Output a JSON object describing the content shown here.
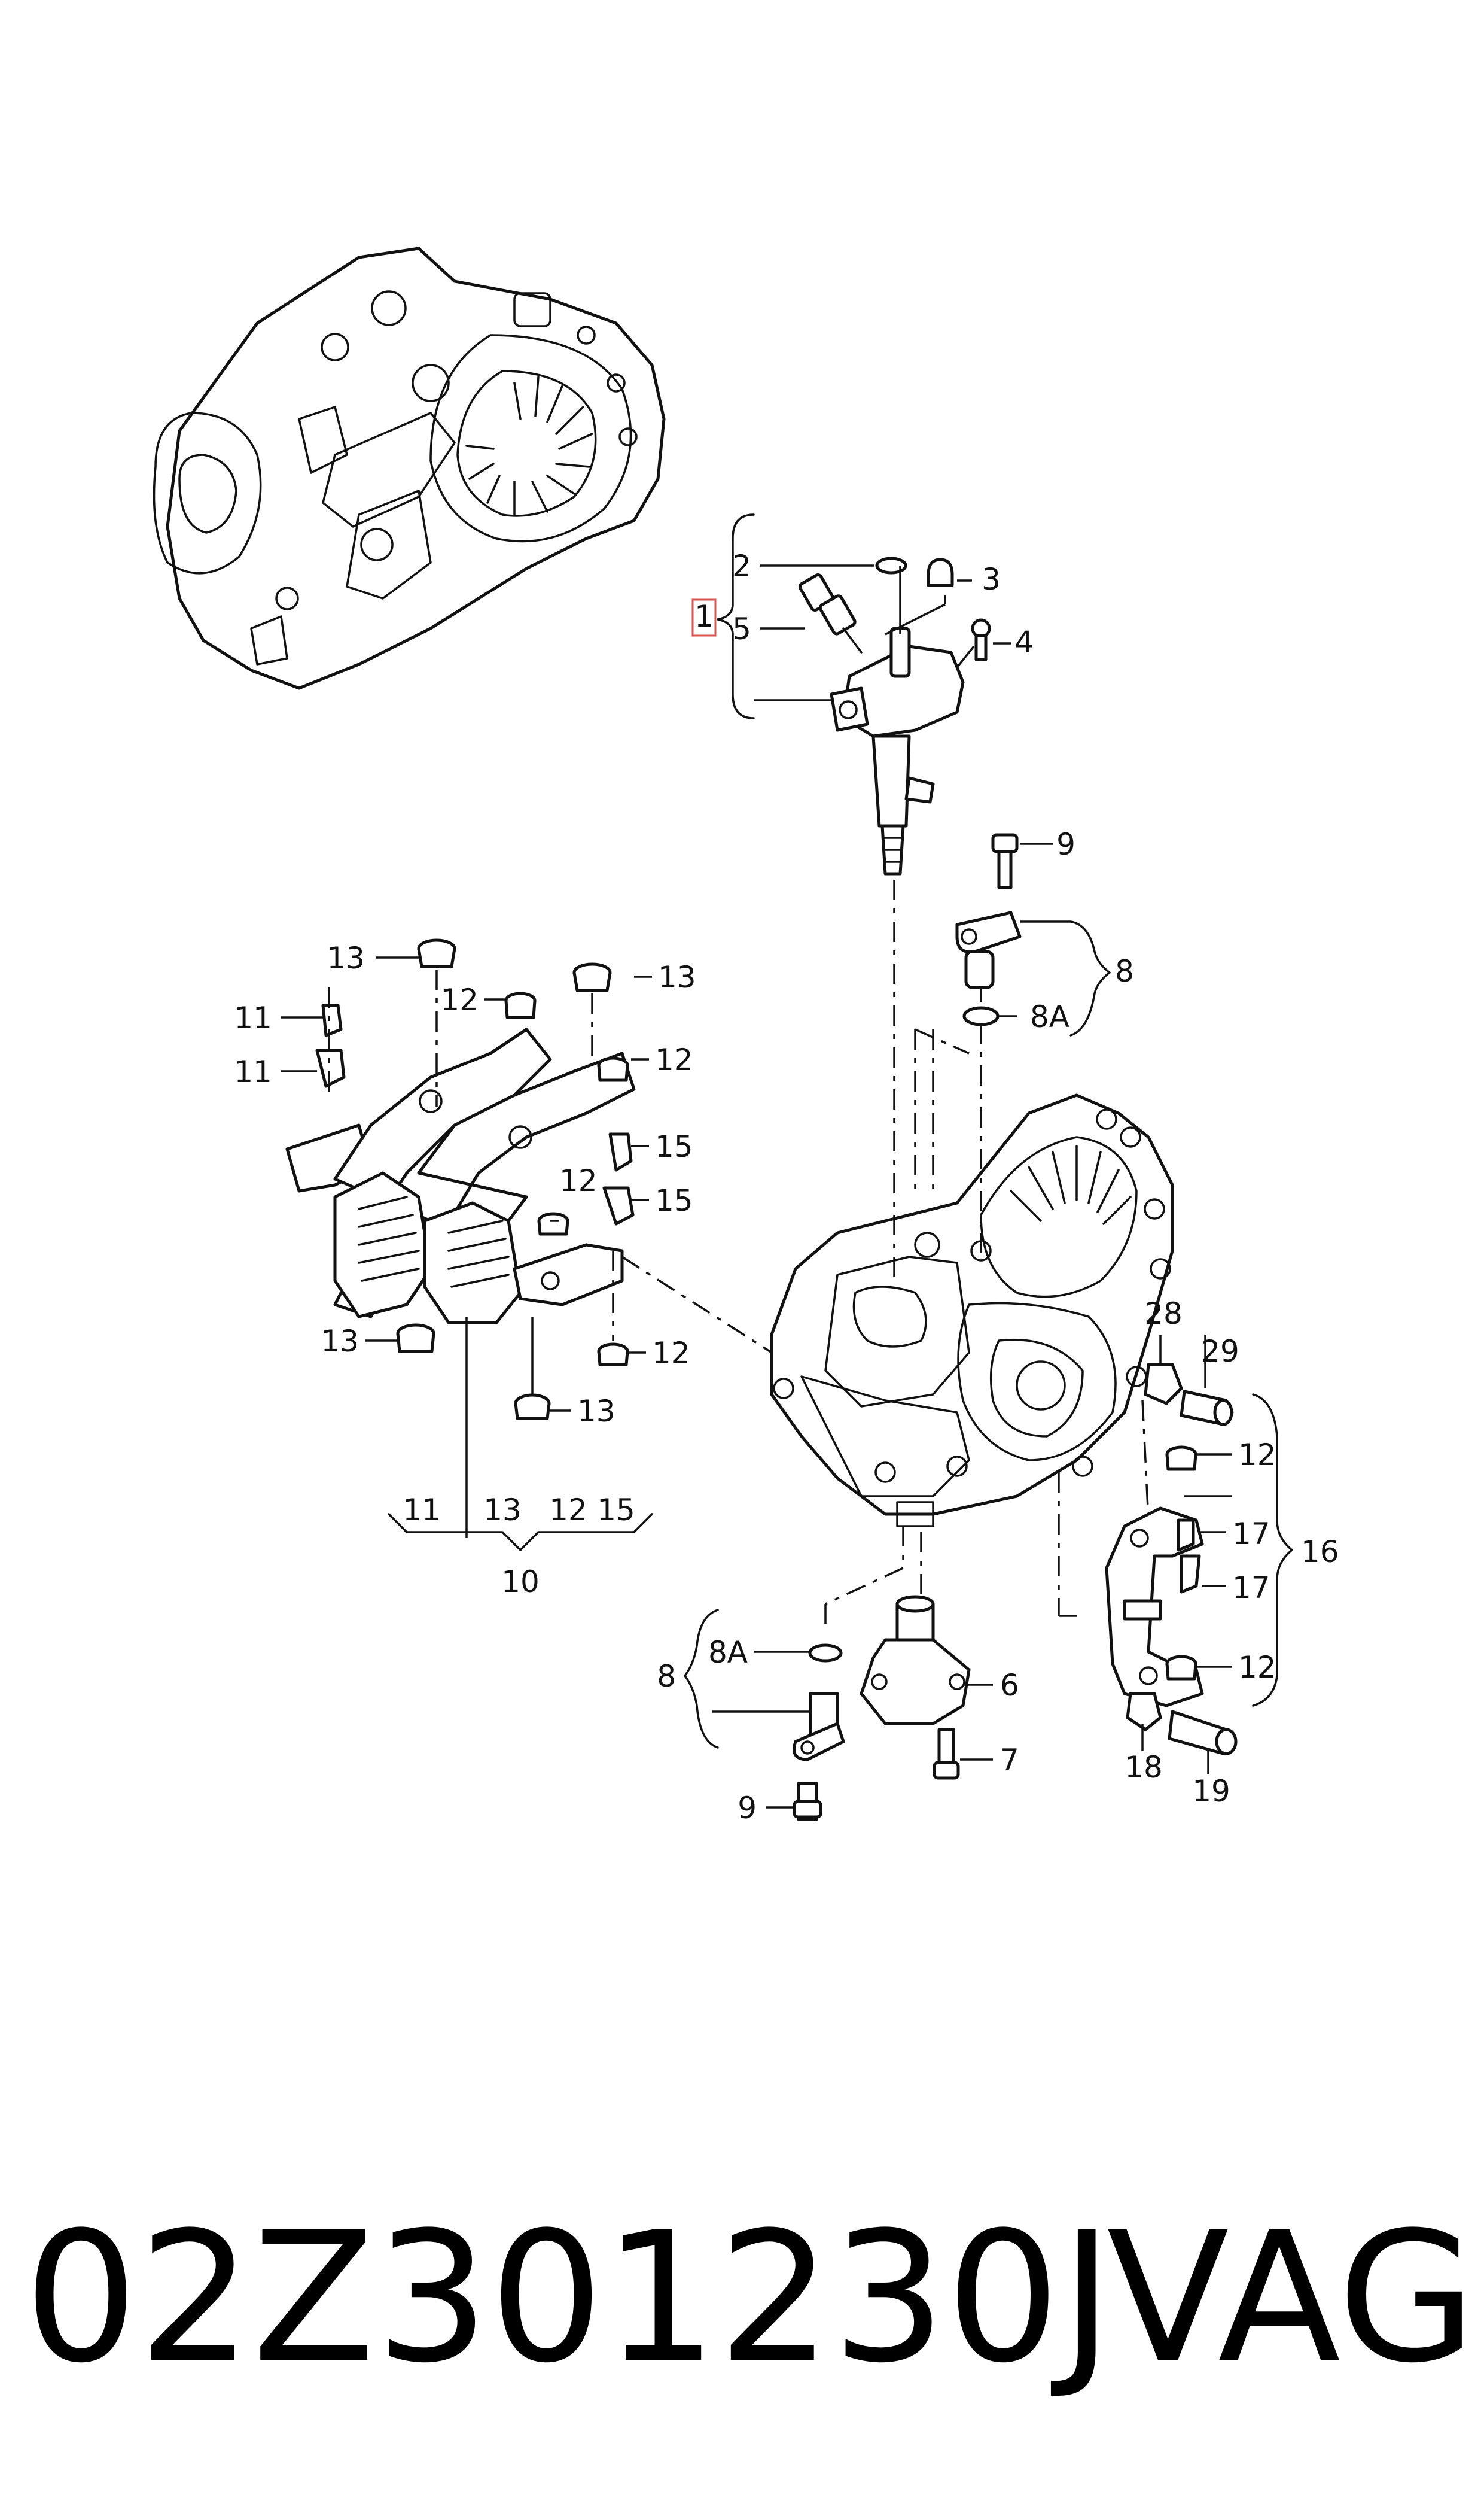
{
  "diagram": {
    "labels": {
      "l1": "1",
      "l2": "2",
      "l3": "3",
      "l4": "4",
      "l5": "5",
      "l6": "6",
      "l7": "7",
      "l8a": "8",
      "l8b": "8",
      "l8A1": "8A",
      "l8A2": "8A",
      "l9a": "9",
      "l9b": "9",
      "l10": "10",
      "l11a": "11",
      "l11b": "11",
      "l11c": "11",
      "l12a": "12",
      "l12b": "12",
      "l12c": "12",
      "l12d": "12",
      "l12e": "12",
      "l12f": "12",
      "l12g": "12",
      "l13a": "13",
      "l13b": "13",
      "l13c": "13",
      "l13d": "13",
      "l13e": "13",
      "l15a": "15",
      "l15b": "15",
      "l15c": "15",
      "l16": "16",
      "l17a": "17",
      "l17b": "17",
      "l18": "18",
      "l19": "19",
      "l28": "28",
      "l29": "29"
    }
  },
  "footer": {
    "part_number": "02Z301230J",
    "brand": "VAG"
  },
  "colors": {
    "highlight_box": "#d9534f",
    "line": "#111111"
  }
}
